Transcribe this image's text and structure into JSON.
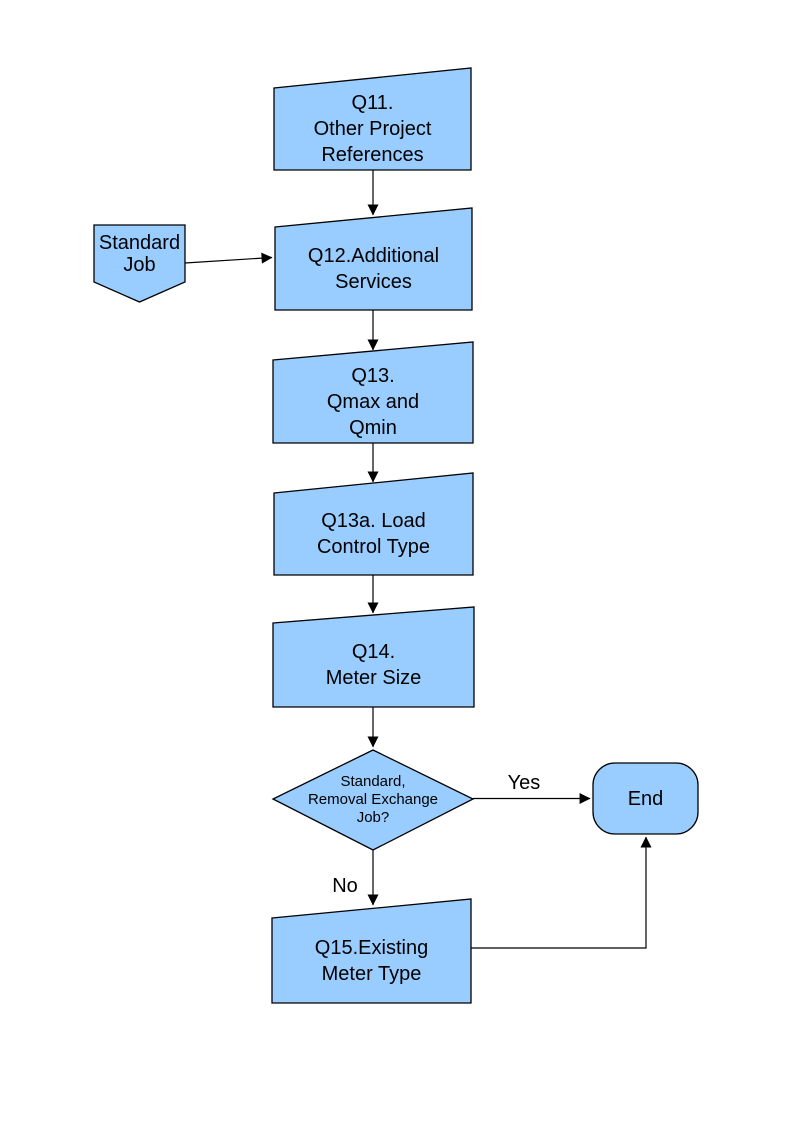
{
  "page": {
    "background": "#ffffff"
  },
  "diagram": {
    "colors": {
      "shape_fill": "#99CCFF",
      "shape_stroke": "#000000",
      "text": "#000000",
      "connector": "#000000"
    },
    "nodes": {
      "q11": {
        "shape": "manual-input-box",
        "label": "Q11.\nOther Project\nReferences"
      },
      "standard_job": {
        "shape": "off-page-connector",
        "label": "Standard\nJob"
      },
      "q12": {
        "shape": "manual-input-box",
        "label": "Q12.Additional\nServices"
      },
      "q13": {
        "shape": "manual-input-box",
        "label": "Q13.\nQmax and\nQmin"
      },
      "q13a": {
        "shape": "manual-input-box",
        "label": "Q13a. Load\nControl Type"
      },
      "q14": {
        "shape": "manual-input-box",
        "label": "Q14.\nMeter Size"
      },
      "decision": {
        "shape": "diamond",
        "label": "Standard,\nRemoval Exchange\nJob?"
      },
      "end": {
        "shape": "terminator",
        "label": "End"
      },
      "q15": {
        "shape": "manual-input-box",
        "label": "Q15.Existing\nMeter Type"
      }
    },
    "edge_labels": {
      "yes": "Yes",
      "no": "No"
    }
  }
}
